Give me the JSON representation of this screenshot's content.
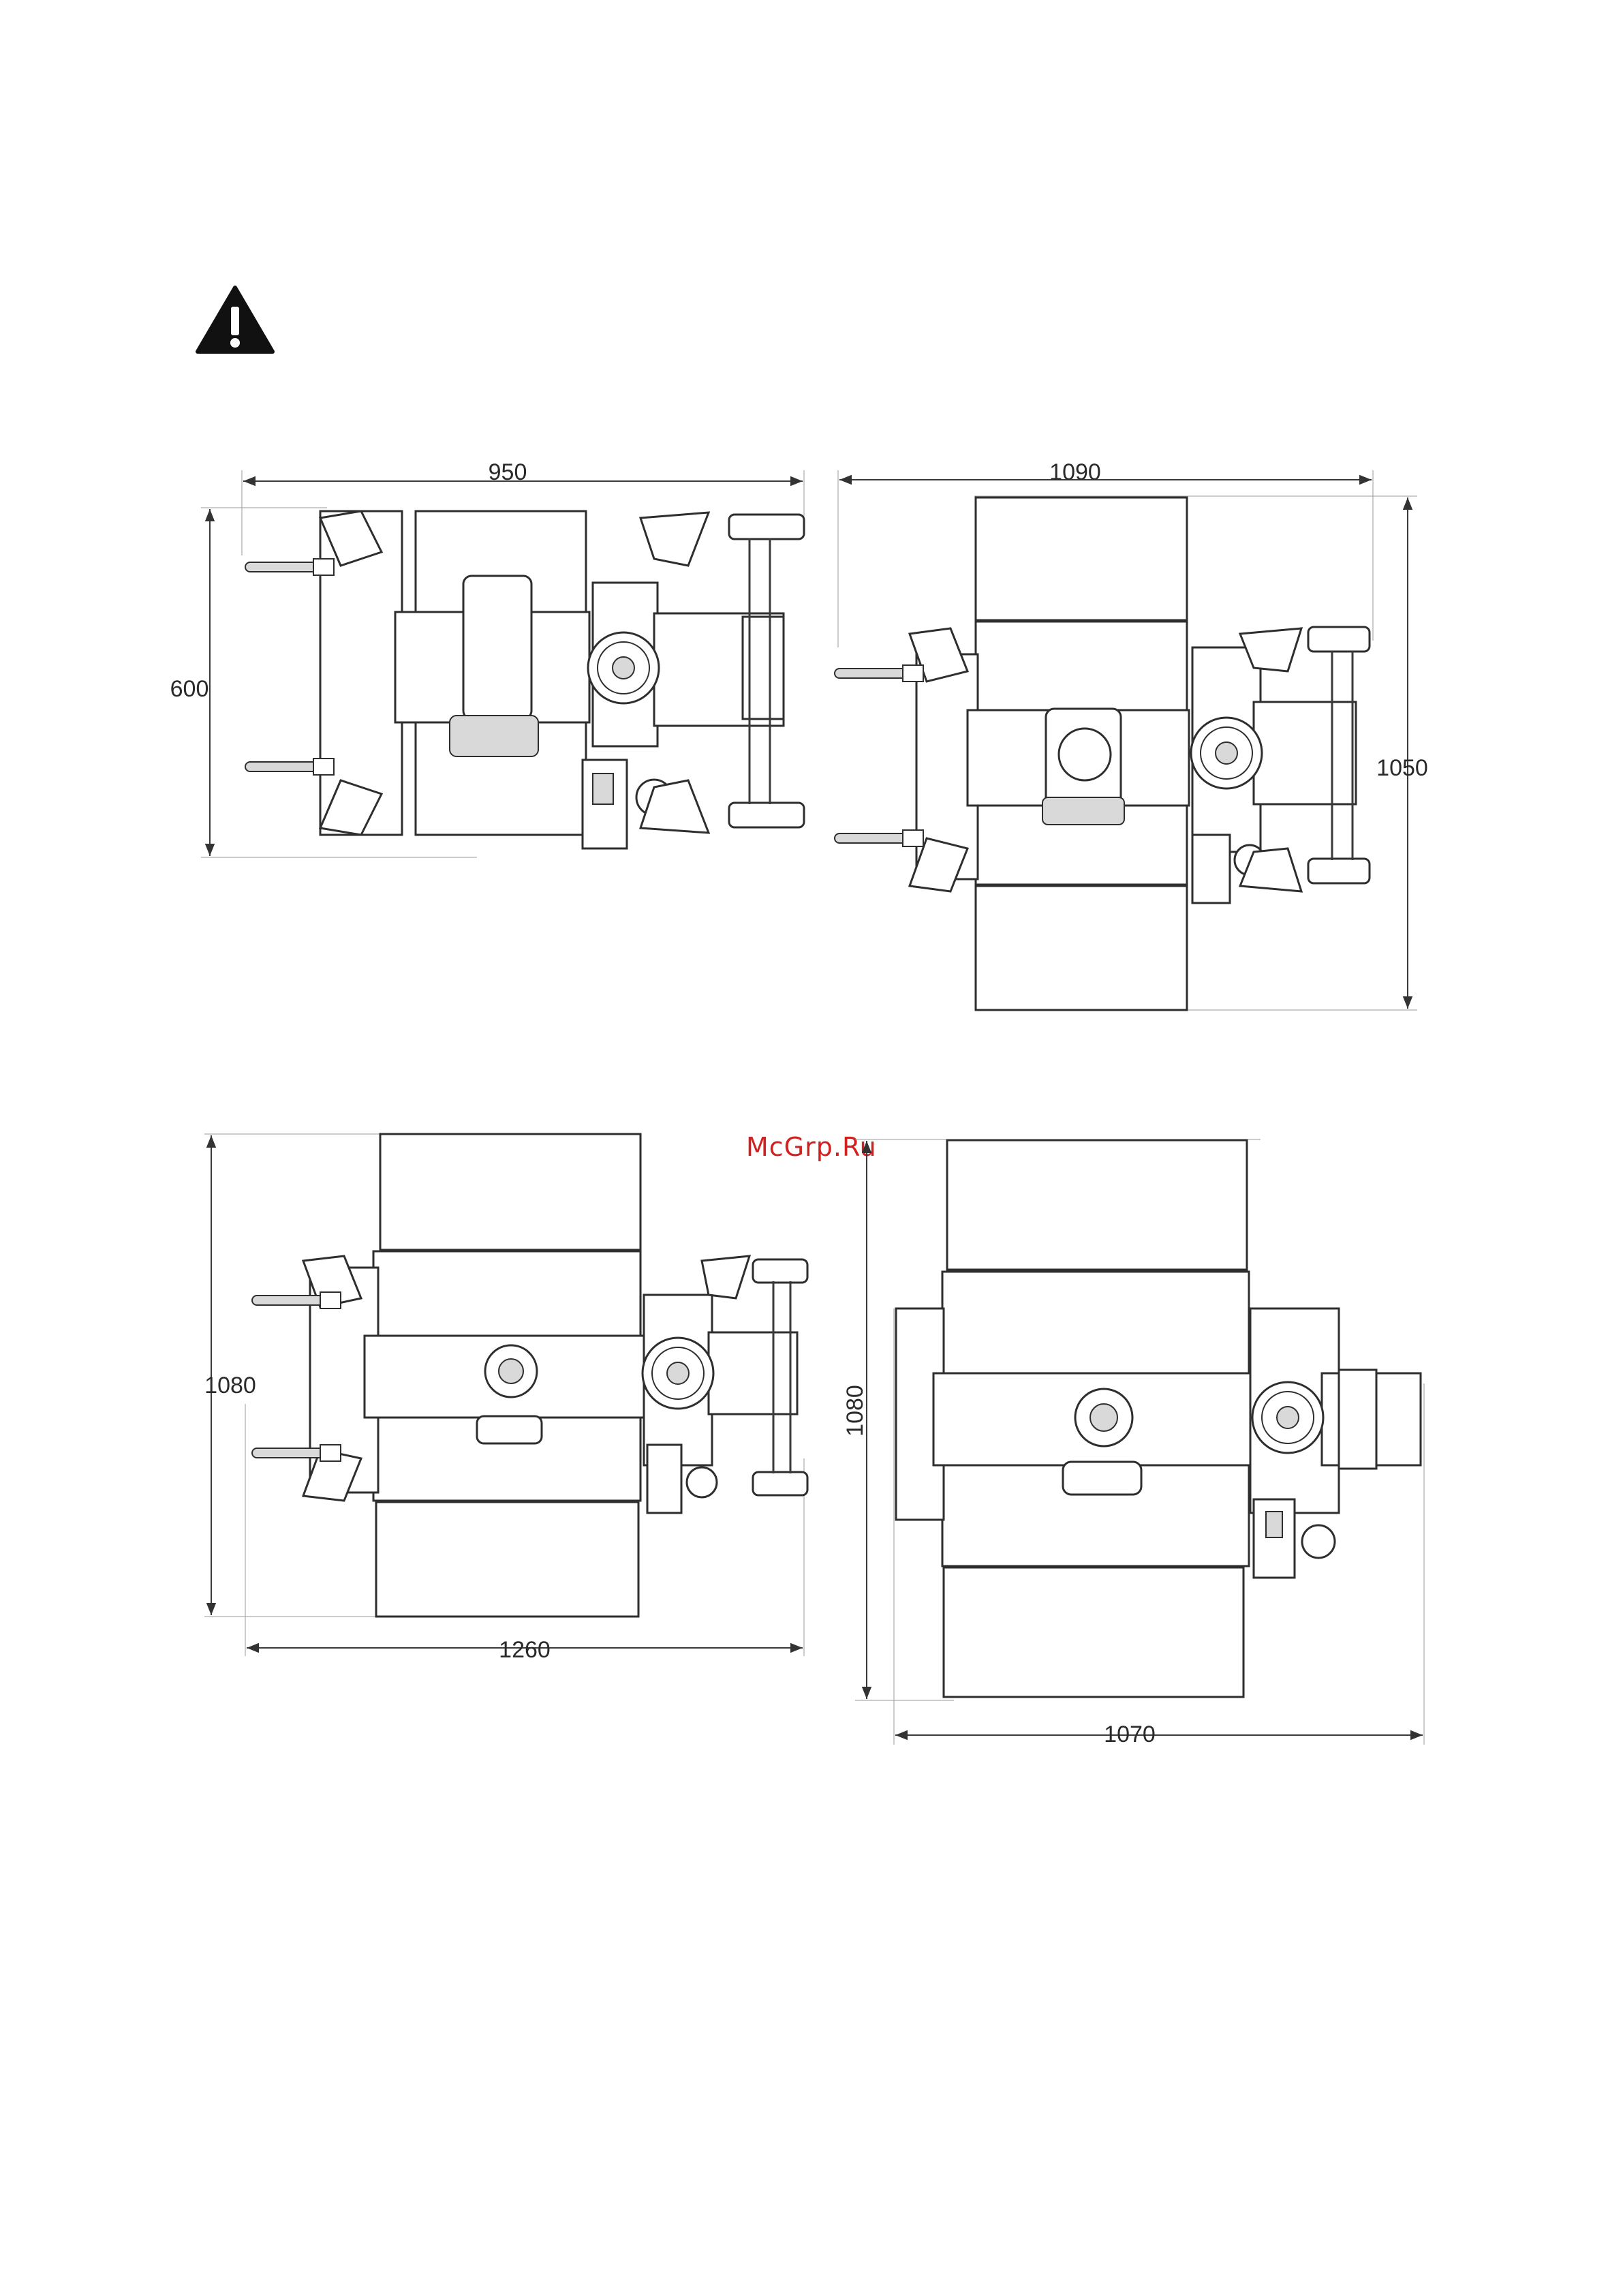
{
  "watermark": "McGrp.Ru",
  "warning_icon": "warning-triangle-icon",
  "views": [
    {
      "name": "top-view-compact",
      "width_label": "950",
      "height_label": "600"
    },
    {
      "name": "top-view-with-outfeed",
      "width_label": "1090",
      "height_label": "1050"
    },
    {
      "name": "top-view-with-tables",
      "width_label": "1260",
      "height_label": "1080"
    },
    {
      "name": "top-view-without-stand",
      "width_label": "1070",
      "height_label": "1080"
    }
  ]
}
